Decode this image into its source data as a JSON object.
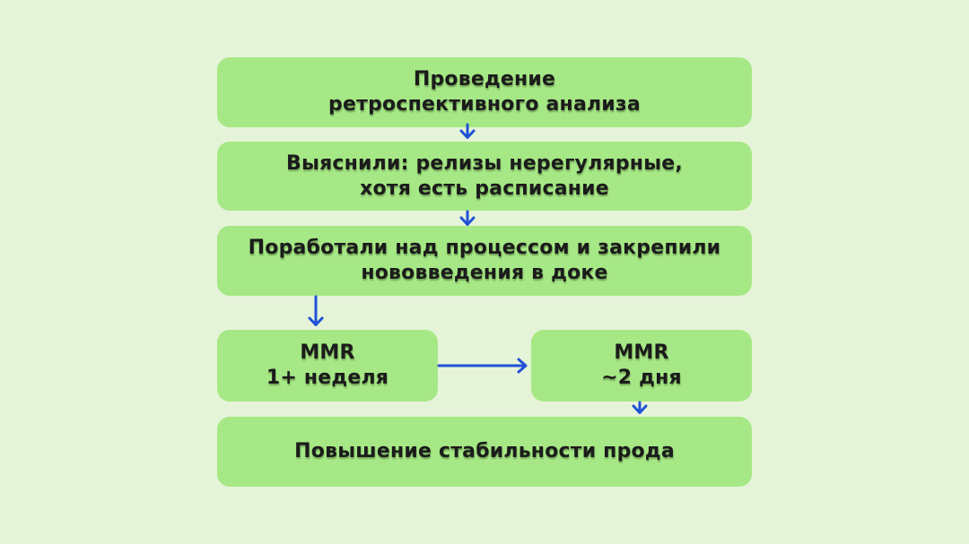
{
  "theme": {
    "bg": "#e5f4d8",
    "box": "#a6e885",
    "arrow": "#2051d6",
    "text": "#1b1b1b"
  },
  "flowchart": {
    "nodes": [
      {
        "id": "retro-analysis",
        "label": "Проведение\nретроспективного анализа"
      },
      {
        "id": "findings",
        "label": "Выяснили: релизы нерегулярные,\nхотя есть расписание"
      },
      {
        "id": "process-improved",
        "label": "Поработали над процессом и закрепили\nнововведения в доке"
      },
      {
        "id": "mmr-before",
        "label": "MMR\n1+ неделя"
      },
      {
        "id": "mmr-after",
        "label": "MMR\n~2 дня"
      },
      {
        "id": "prod-stability",
        "label": "Повышение стабильности прода"
      }
    ]
  }
}
